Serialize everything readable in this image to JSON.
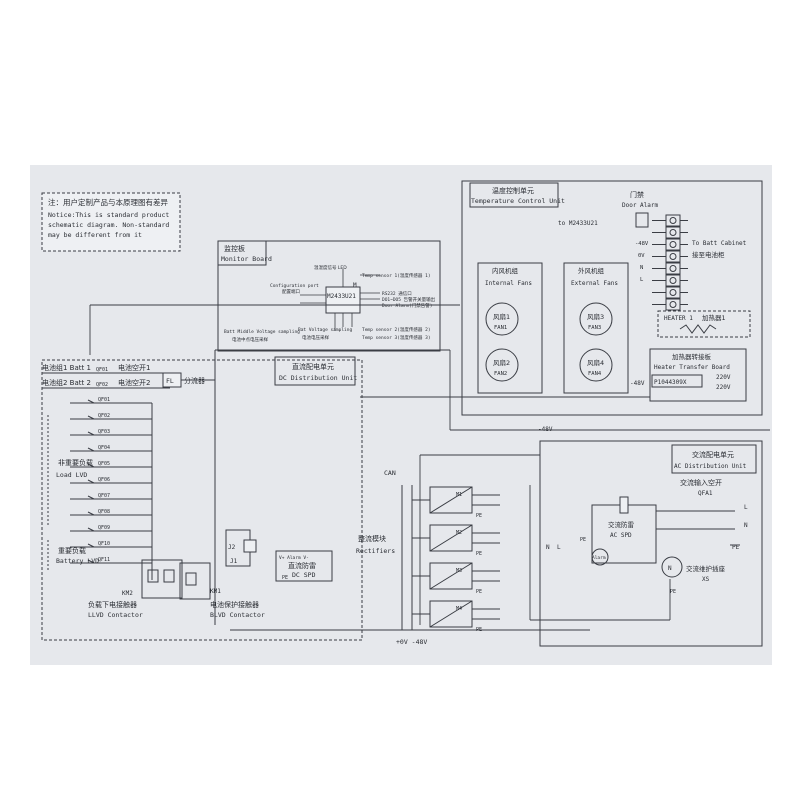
{
  "notice": {
    "cn": "注：用户定制产品与本原理图有差异",
    "en1": "Notice:This is standard product",
    "en2": "schematic diagram. Non-standard",
    "en3": "may be different from it"
  },
  "monitor": {
    "cn": "监控板",
    "en": "Monitor Board",
    "chip": "M2433U21",
    "pin": "M",
    "sig1": "温湿度信号 LED",
    "sig2": "Configuration port",
    "sig3": "配置端口",
    "sig4": "Temp  sensor 1(温度传感器 1)",
    "sig5": "RS232 通信口",
    "sig6": "DO1~DO5 告警开关量输出",
    "sig7": "Door Alarm(门禁告警)",
    "sig8": "Temp  sensor 2(温度传感器 2)",
    "sig9": "Temp  sensor 3(温度传感器 3)",
    "sig10": "Batt Middle Voltage sampling",
    "sig11": "Bat Voltage sampling",
    "sig12": "电池中点电压采样",
    "sig13": "电池电压采样"
  },
  "batt": {
    "b1": "电池组1 Batt 1",
    "b2": "电池组2 Batt 2",
    "q1": "QF01",
    "q2": "QF02",
    "sw1": "电池空开1",
    "sw2": "电池空开2"
  },
  "fl": {
    "label": "FL",
    "cn": "分流器"
  },
  "dc": {
    "cn": "直流配电单元",
    "en": "DC Distribution Unit"
  },
  "qf": [
    "QF01",
    "QF02",
    "QF03",
    "QF04",
    "QF05",
    "QF06",
    "QF07",
    "QF08",
    "QF09",
    "QF10",
    "QF11"
  ],
  "load": {
    "cn": "非重要负载",
    "en": "Load LVD"
  },
  "batt_load": {
    "cn": "重要负载",
    "en": "Battery LVD"
  },
  "km2": {
    "id": "KM2",
    "cn": "负载下电接触器",
    "en": "LLVD Contactor"
  },
  "km1": {
    "id": "KM1",
    "cn": "电池保护接触器",
    "en": "BLVD Contactor"
  },
  "j1": "J1",
  "j2": "J2",
  "dcspd": {
    "top": "V+ Alarm V-",
    "cn": "直流防雷",
    "en": "DC SPD",
    "pe": "PE"
  },
  "rect": {
    "cn": "整流模块",
    "en": "Rectifiers",
    "can": "CAN",
    "m": [
      "M1",
      "M2",
      "M3",
      "M4"
    ],
    "pe": "PE"
  },
  "bus": "+0V  -48V",
  "temp": {
    "cn": "温度控制单元",
    "en": "Temperature Control Unit",
    "to": "to M2433U21",
    "door_cn": "门禁",
    "door_en": "Door Alarm",
    "m48": "-48V",
    "v0": "0V",
    "n": "N",
    "l": "L",
    "batt_cn": "接至电池柜",
    "batt_en": "To Batt Cabinet",
    "m48b": "-48V"
  },
  "internal": {
    "cn": "内风机组",
    "en": "Internal Fans",
    "f1cn": "风扇1",
    "f1": "FAN1",
    "f2cn": "风扇2",
    "f2": "FAN2"
  },
  "external": {
    "cn": "外风机组",
    "en": "External Fans",
    "f3cn": "风扇3",
    "f3": "FAN3",
    "f4cn": "风扇4",
    "f4": "FAN4"
  },
  "heater": {
    "label": "HEATER 1",
    "cn": "加热器1"
  },
  "htb": {
    "cn": "加热器转接板",
    "en": "Heater Transfer Board",
    "part": "P1044309X",
    "v1": "220V",
    "v2": "220V",
    "m48": "-48V"
  },
  "ac": {
    "cn": "交流配电单元",
    "en": "AC Distribution Unit",
    "in_cn": "交流输入空开",
    "in_en": "QFA1",
    "spd_cn": "交流防雷",
    "spd_en": "AC SPD",
    "alarm": "Alarm",
    "l": "L",
    "n": "N",
    "pe": "PE",
    "sock_cn": "交流维护插座",
    "sock_en": "XS",
    "n2": "N",
    "l2": "L",
    "pe2": "PE",
    "pe3": "PE"
  }
}
